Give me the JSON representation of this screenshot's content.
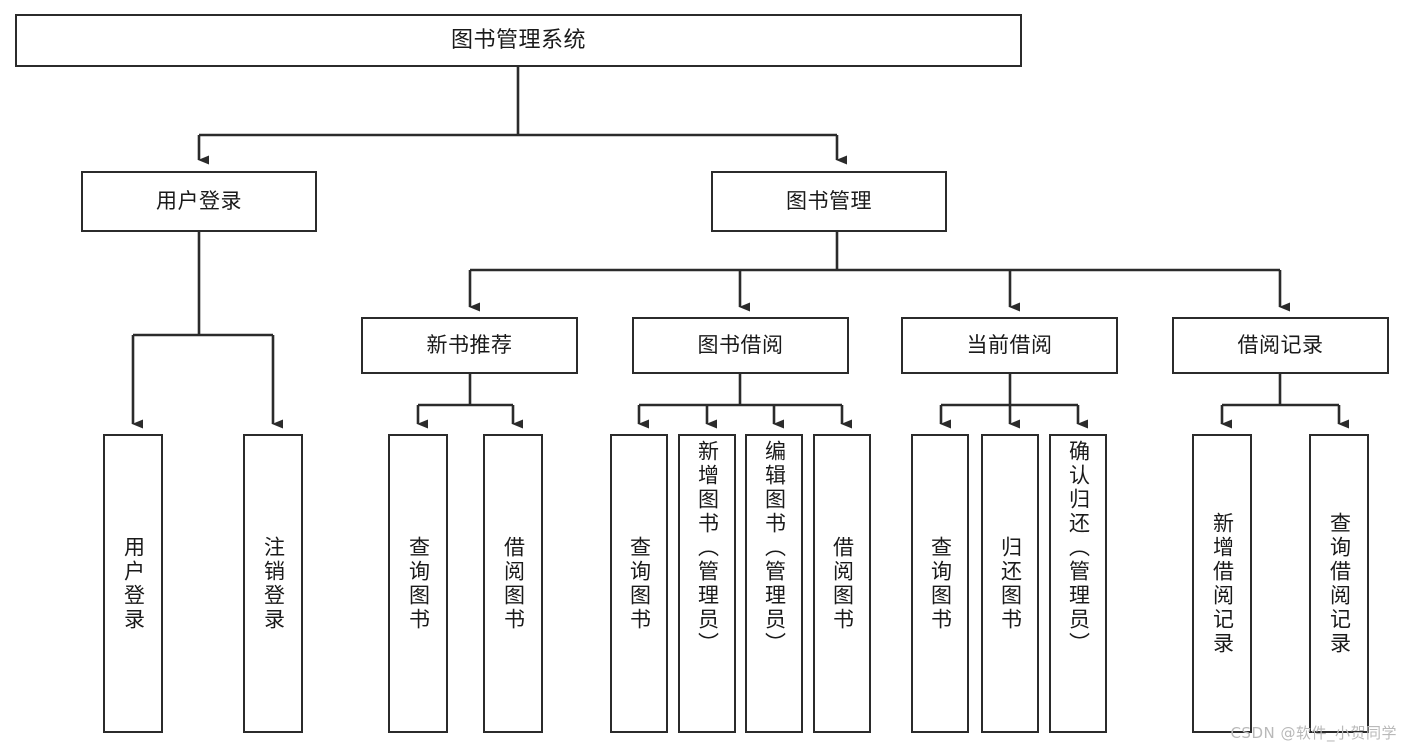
{
  "diagram": {
    "title": "图书管理系统",
    "type": "function-structure-tree",
    "watermark": "CSDN @软件_小贺同学",
    "colors": {
      "stroke": "#2b2b2b",
      "fill": "#ffffff",
      "text": "#1a1a1a",
      "watermark": "#b9b9b9"
    },
    "nodes": {
      "root": {
        "label": "图书管理系统"
      },
      "level2": [
        {
          "label": "用户登录"
        },
        {
          "label": "图书管理"
        }
      ],
      "level3": [
        {
          "label": "新书推荐"
        },
        {
          "label": "图书借阅"
        },
        {
          "label": "当前借阅"
        },
        {
          "label": "借阅记录"
        }
      ],
      "leaves_user_login": [
        {
          "label": "用户登录"
        },
        {
          "label": "注销登录"
        }
      ],
      "leaves_new_books": [
        {
          "label": "查询图书"
        },
        {
          "label": "借阅图书"
        }
      ],
      "leaves_borrow": [
        {
          "label": "查询图书"
        },
        {
          "label": "新增图书（管理员）"
        },
        {
          "label": "编辑图书（管理员）"
        },
        {
          "label": "借阅图书"
        }
      ],
      "leaves_current": [
        {
          "label": "查询图书"
        },
        {
          "label": "归还图书"
        },
        {
          "label": "确认归还（管理员）"
        }
      ],
      "leaves_records": [
        {
          "label": "新增借阅记录"
        },
        {
          "label": "查询借阅记录"
        }
      ]
    }
  }
}
